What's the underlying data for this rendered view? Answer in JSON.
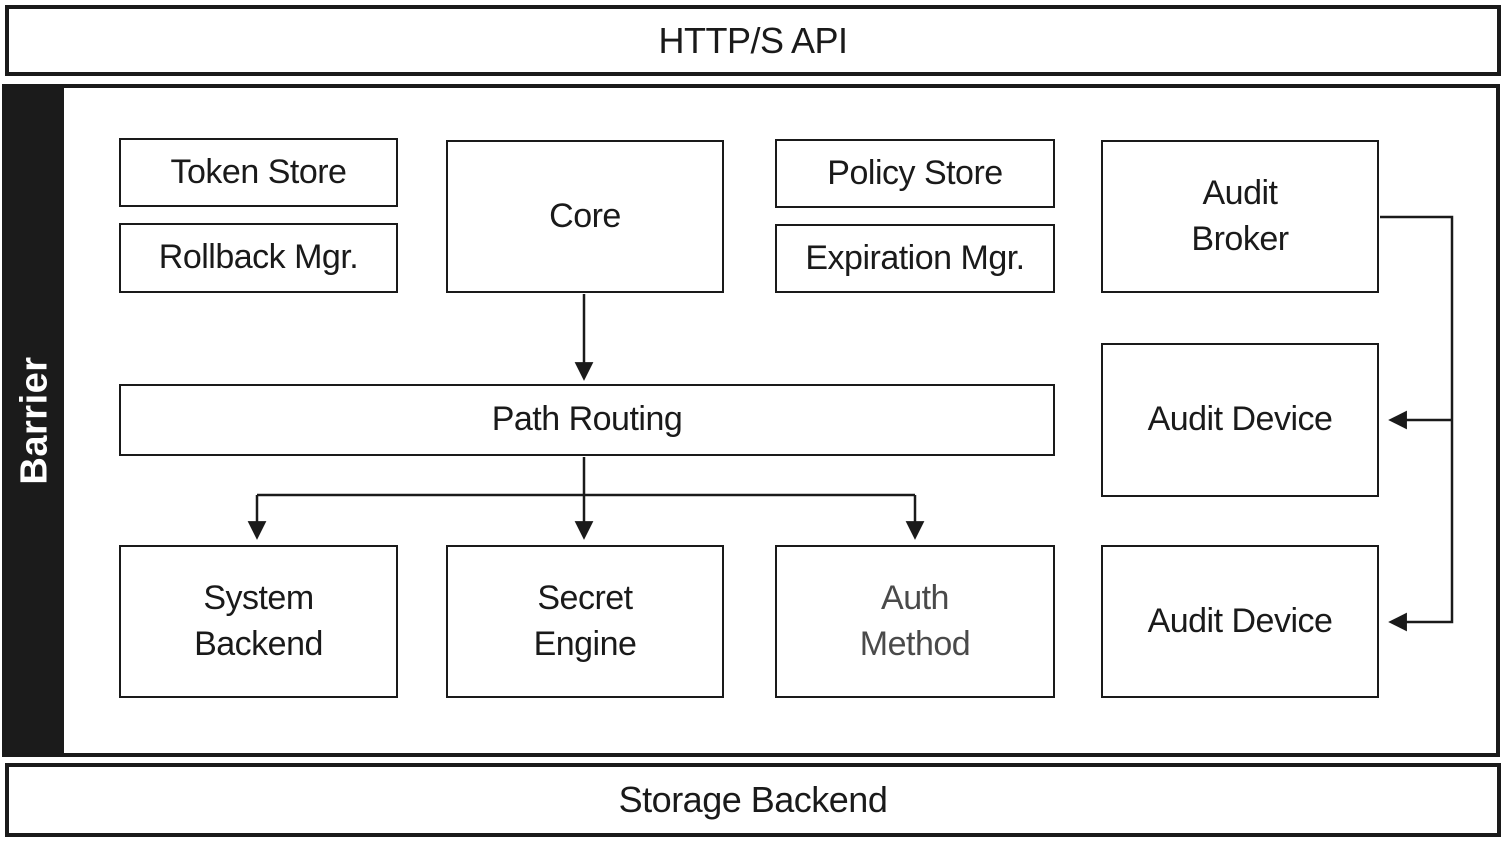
{
  "diagram": {
    "title_bar": {
      "label": "HTTP/S API"
    },
    "barrier": {
      "label": "Barrier"
    },
    "storage_bar": {
      "label": "Storage Backend"
    },
    "nodes": {
      "token_store": {
        "label": [
          "Token Store"
        ]
      },
      "rollback_mgr": {
        "label": [
          "Rollback Mgr."
        ]
      },
      "core": {
        "label": [
          "Core"
        ]
      },
      "policy_store": {
        "label": [
          "Policy Store"
        ]
      },
      "expiration_mgr": {
        "label": [
          "Expiration Mgr."
        ]
      },
      "audit_broker": {
        "label": [
          "Audit",
          "Broker"
        ]
      },
      "audit_device_top": {
        "label": [
          "Audit Device"
        ]
      },
      "path_routing": {
        "label": [
          "Path Routing"
        ]
      },
      "system_backend": {
        "label": [
          "System",
          "Backend"
        ]
      },
      "secret_engine": {
        "label": [
          "Secret",
          "Engine"
        ]
      },
      "auth_method": {
        "label": [
          "Auth",
          "Method"
        ]
      },
      "audit_device_bottom": {
        "label": [
          "Audit Device"
        ]
      }
    },
    "edges": [
      {
        "from": "core",
        "to": "path_routing"
      },
      {
        "from": "path_routing",
        "to": "system_backend"
      },
      {
        "from": "path_routing",
        "to": "secret_engine"
      },
      {
        "from": "path_routing",
        "to": "auth_method"
      },
      {
        "from": "audit_broker",
        "to": "audit_device_top"
      },
      {
        "from": "audit_broker",
        "to": "audit_device_bottom"
      }
    ],
    "colors": {
      "ink": "#1a1a1a",
      "barrier_fill": "#1b1b1b",
      "muted_label": "#4a4a4a",
      "background": "#ffffff"
    }
  }
}
